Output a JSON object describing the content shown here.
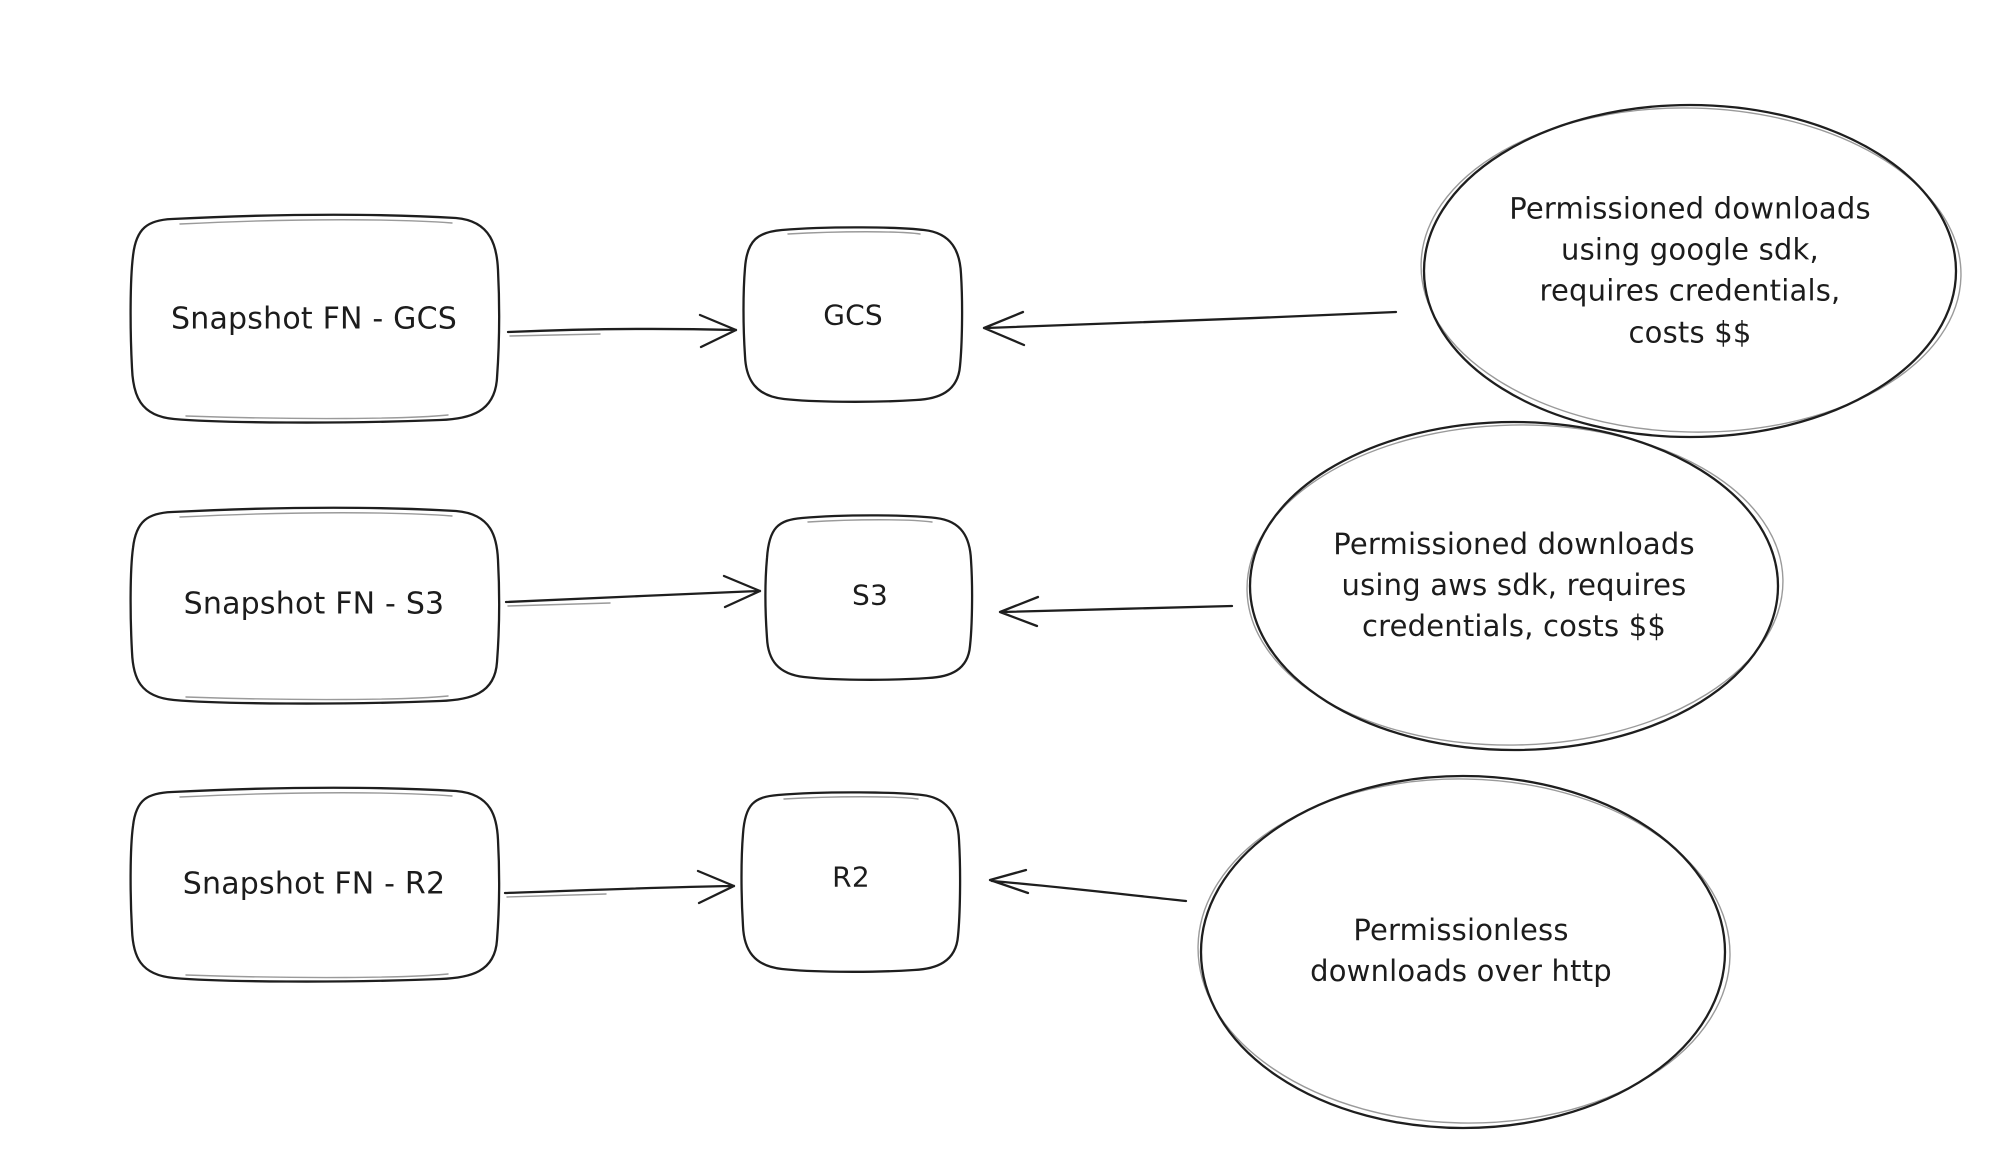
{
  "canvas": {
    "background": "#ffffff",
    "ink_color": "#1e1e1e"
  },
  "flows": {
    "gcs": {
      "source": "Snapshot FN - GCS",
      "target": "GCS",
      "note": "Permissioned downloads\nusing google sdk,\nrequires credentials,\ncosts $$"
    },
    "s3": {
      "source": "Snapshot FN - S3",
      "target": "S3",
      "note": "Permissioned downloads\nusing aws sdk, requires\ncredentials, costs $$"
    },
    "r2": {
      "source": "Snapshot FN - R2",
      "target": "R2",
      "note": "Permissionless\ndownloads over http"
    }
  }
}
